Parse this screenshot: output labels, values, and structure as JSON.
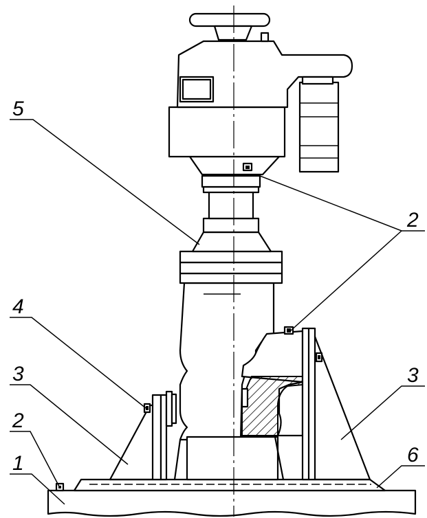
{
  "callouts": {
    "c1": "1",
    "c2_left": "2",
    "c2_right": "2",
    "c3_left": "3",
    "c3_right": "3",
    "c4": "4",
    "c5": "5",
    "c6": "6"
  }
}
